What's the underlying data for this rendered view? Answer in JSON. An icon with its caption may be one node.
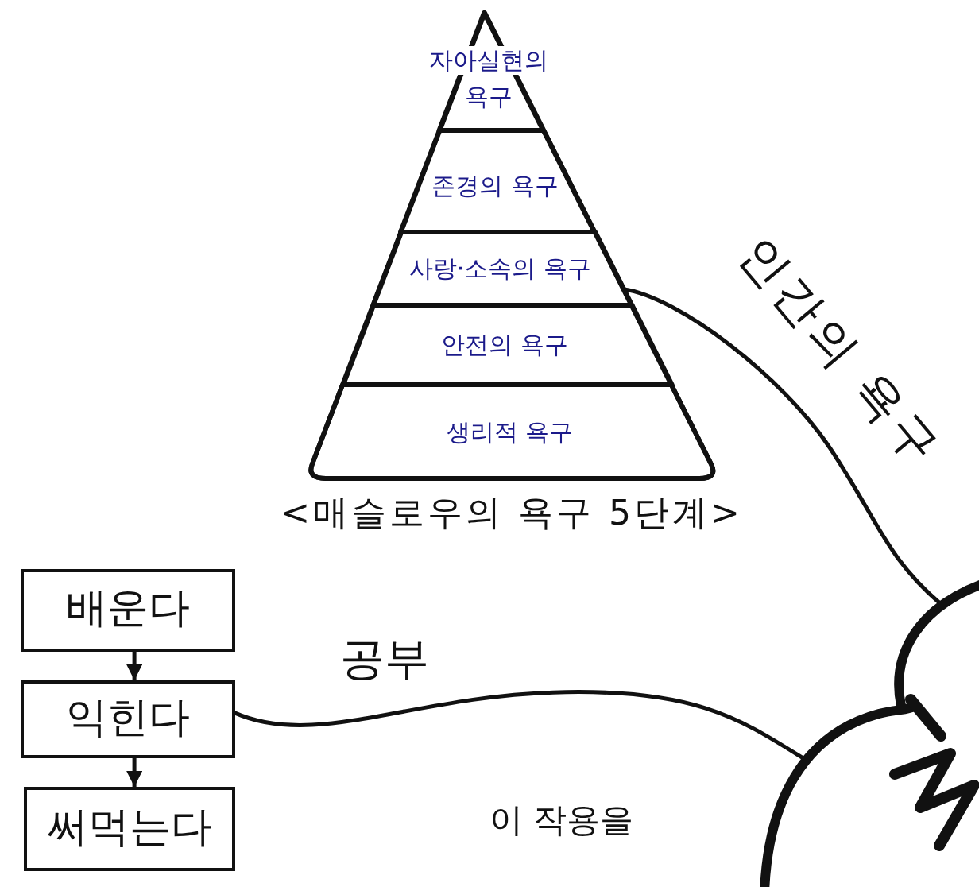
{
  "diagram": {
    "nodes": [
      {
        "text": [],
        "shape": "triangle",
        "beside": [
          "<매슬로우의 욕구 5단계>"
        ]
      },
      {
        "text": [
          "자아실현의 욕구"
        ],
        "in": 0
      },
      {
        "text": [
          "존경의 욕구"
        ],
        "in": 0
      },
      {
        "text": [
          "사랑·소속의 욕구"
        ],
        "in": 0
      },
      {
        "text": [
          "안전의 욕구"
        ],
        "in": 0
      },
      {
        "text": [
          "생리적 욕구"
        ],
        "in": 0
      },
      {
        "text": [
          "배운다"
        ]
      },
      {
        "text": [
          "익힌다"
        ]
      },
      {
        "text": [
          "써먹는다"
        ]
      },
      {
        "text": [],
        "shape": "cloud"
      }
    ],
    "edges": [
      {
        "from": 6,
        "to": 7,
        "arrow": "to"
      },
      {
        "from": 7,
        "to": 8,
        "arrow": "to"
      },
      {
        "from": 7,
        "to": 9,
        "arrow": "none",
        "label": "공부"
      },
      {
        "from": 3,
        "to": 9,
        "arrow": "none",
        "label": "인간의 욕구"
      }
    ],
    "labels": [
      "이 작용을"
    ]
  }
}
